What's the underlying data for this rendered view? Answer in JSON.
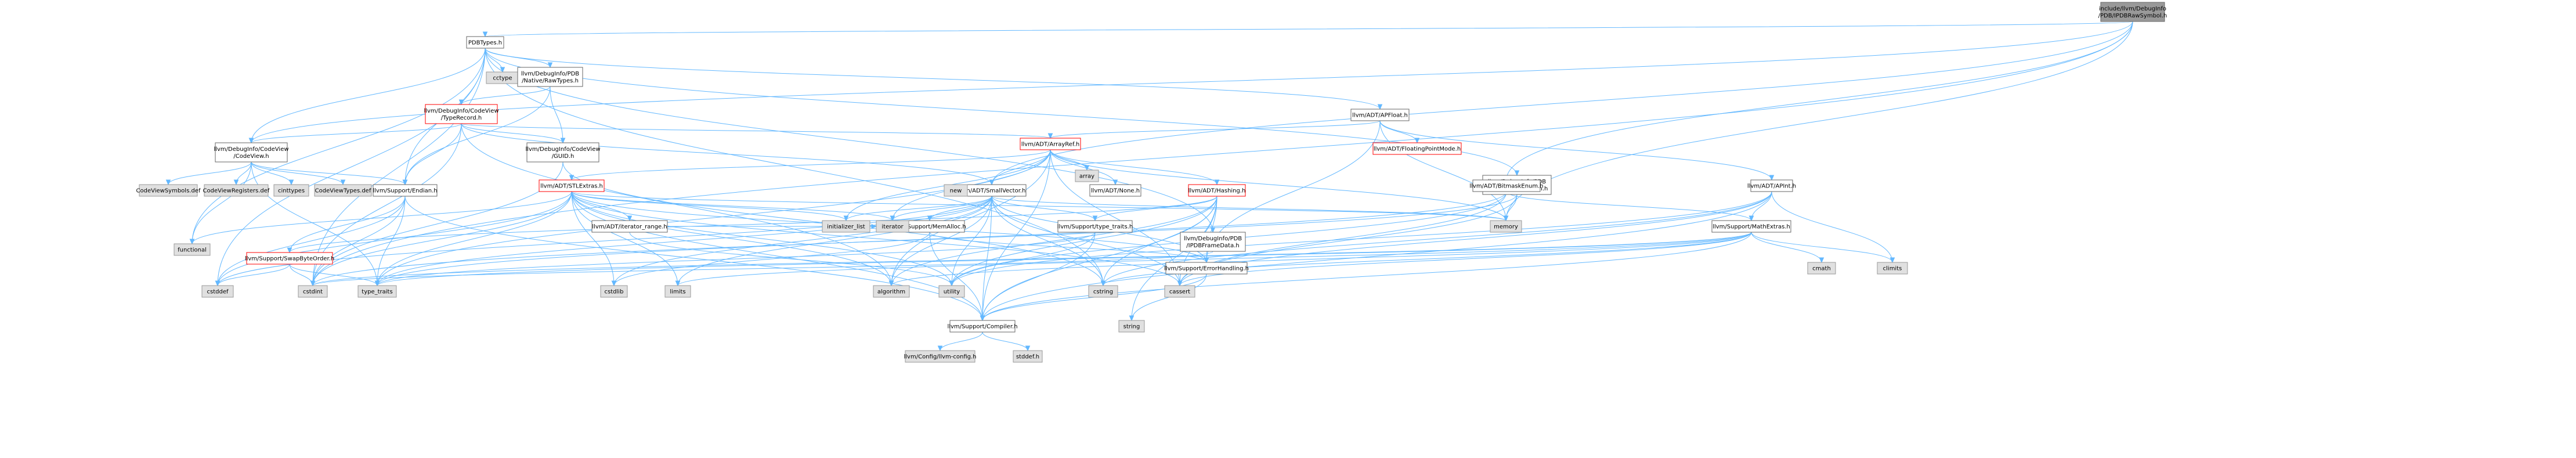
{
  "graph": {
    "colors": {
      "edge": "#63b8ff",
      "root_fill": "#999999",
      "white_fill": "#ffffff",
      "grey_fill": "#e0e0e0",
      "red_border": "#ff0000",
      "grey_border": "#999999"
    },
    "nodes": [
      {
        "id": "root",
        "style": "root",
        "lines": [
          "include/llvm/DebugInfo",
          "/PDB/IPDBRawSymbol.h"
        ]
      },
      {
        "id": "pdbtypes",
        "style": "white",
        "lines": [
          "PDBTypes.h"
        ]
      },
      {
        "id": "cctype",
        "style": "grey",
        "lines": [
          "cctype"
        ]
      },
      {
        "id": "rawtypes",
        "style": "white",
        "lines": [
          "llvm/DebugInfo/PDB",
          "/Native/RawTypes.h"
        ]
      },
      {
        "id": "typerecord",
        "style": "red",
        "lines": [
          "llvm/DebugInfo/CodeView",
          "/TypeRecord.h"
        ]
      },
      {
        "id": "codeview",
        "style": "white",
        "lines": [
          "llvm/DebugInfo/CodeView",
          "/CodeView.h"
        ]
      },
      {
        "id": "guid",
        "style": "white",
        "lines": [
          "llvm/DebugInfo/CodeView",
          "/GUID.h"
        ]
      },
      {
        "id": "cvsymbols",
        "style": "grey",
        "lines": [
          "CodeViewSymbols.def"
        ]
      },
      {
        "id": "cvregisters",
        "style": "grey",
        "lines": [
          "CodeViewRegisters.def"
        ]
      },
      {
        "id": "cinttypes",
        "style": "grey",
        "lines": [
          "cinttypes"
        ]
      },
      {
        "id": "cvtypes",
        "style": "grey",
        "lines": [
          "CodeViewTypes.def"
        ]
      },
      {
        "id": "endian",
        "style": "white",
        "lines": [
          "llvm/Support/Endian.h"
        ]
      },
      {
        "id": "functional",
        "style": "grey",
        "lines": [
          "functional"
        ]
      },
      {
        "id": "swapbyteorder",
        "style": "red",
        "lines": [
          "llvm/Support/SwapByteOrder.h"
        ]
      },
      {
        "id": "stlextras",
        "style": "red",
        "lines": [
          "llvm/ADT/STLExtras.h"
        ]
      },
      {
        "id": "iterrange",
        "style": "white",
        "lines": [
          "llvm/ADT/iterator_range.h"
        ]
      },
      {
        "id": "arrayref",
        "style": "red",
        "lines": [
          "llvm/ADT/ArrayRef.h"
        ]
      },
      {
        "id": "array",
        "style": "grey",
        "lines": [
          "array"
        ]
      },
      {
        "id": "smallvector",
        "style": "white",
        "lines": [
          "llvm/ADT/SmallVector.h"
        ]
      },
      {
        "id": "none",
        "style": "white",
        "lines": [
          "llvm/ADT/None.h"
        ]
      },
      {
        "id": "hashing",
        "style": "red",
        "lines": [
          "llvm/ADT/Hashing.h"
        ]
      },
      {
        "id": "memalloc",
        "style": "white",
        "lines": [
          "llvm/Support/MemAlloc.h"
        ]
      },
      {
        "id": "new",
        "style": "grey",
        "lines": [
          "new"
        ]
      },
      {
        "id": "typetraits",
        "style": "white",
        "lines": [
          "llvm/Support/type_traits.h"
        ]
      },
      {
        "id": "initlist",
        "style": "grey",
        "lines": [
          "initializer_list"
        ]
      },
      {
        "id": "iterator",
        "style": "grey",
        "lines": [
          "iterator"
        ]
      },
      {
        "id": "apfloat",
        "style": "white",
        "lines": [
          "llvm/ADT/APFloat.h"
        ]
      },
      {
        "id": "fpmode",
        "style": "red",
        "lines": [
          "llvm/ADT/FloatingPointMode.h"
        ]
      },
      {
        "id": "ipdbenum",
        "style": "white",
        "lines": [
          "llvm/DebugInfo/PDB",
          "/IPDBEnumChildren.h"
        ]
      },
      {
        "id": "ipdbframe",
        "style": "white",
        "lines": [
          "llvm/DebugInfo/PDB",
          "/IPDBFrameData.h"
        ]
      },
      {
        "id": "memory",
        "style": "grey",
        "lines": [
          "memory"
        ]
      },
      {
        "id": "bitmask",
        "style": "white",
        "lines": [
          "llvm/ADT/BitmaskEnum.h"
        ]
      },
      {
        "id": "apint",
        "style": "white",
        "lines": [
          "llvm/ADT/APInt.h"
        ]
      },
      {
        "id": "mathextras",
        "style": "white",
        "lines": [
          "llvm/Support/MathExtras.h"
        ]
      },
      {
        "id": "cmath",
        "style": "grey",
        "lines": [
          "cmath"
        ]
      },
      {
        "id": "climits",
        "style": "grey",
        "lines": [
          "climits"
        ]
      },
      {
        "id": "cstddef",
        "style": "grey",
        "lines": [
          "cstddef"
        ]
      },
      {
        "id": "cstdint",
        "style": "grey",
        "lines": [
          "cstdint"
        ]
      },
      {
        "id": "type_traits",
        "style": "grey",
        "lines": [
          "type_traits"
        ]
      },
      {
        "id": "cstdlib",
        "style": "grey",
        "lines": [
          "cstdlib"
        ]
      },
      {
        "id": "limits",
        "style": "grey",
        "lines": [
          "limits"
        ]
      },
      {
        "id": "algorithm",
        "style": "grey",
        "lines": [
          "algorithm"
        ]
      },
      {
        "id": "utility",
        "style": "grey",
        "lines": [
          "utility"
        ]
      },
      {
        "id": "cstring",
        "style": "grey",
        "lines": [
          "cstring"
        ]
      },
      {
        "id": "cassert",
        "style": "grey",
        "lines": [
          "cassert"
        ]
      },
      {
        "id": "errorhandling",
        "style": "white",
        "lines": [
          "llvm/Support/ErrorHandling.h"
        ]
      },
      {
        "id": "compiler",
        "style": "white",
        "lines": [
          "llvm/Support/Compiler.h"
        ]
      },
      {
        "id": "string",
        "style": "grey",
        "lines": [
          "string"
        ]
      },
      {
        "id": "config",
        "style": "grey",
        "lines": [
          "llvm/Config/llvm-config.h"
        ]
      },
      {
        "id": "stddef",
        "style": "grey",
        "lines": [
          "stddef.h"
        ]
      }
    ],
    "edges": [
      [
        "root",
        "pdbtypes"
      ],
      [
        "root",
        "codeview"
      ],
      [
        "root",
        "smallvector"
      ],
      [
        "root",
        "bitmask"
      ],
      [
        "root",
        "memory"
      ],
      [
        "root",
        "cstdint"
      ],
      [
        "pdbtypes",
        "cctype"
      ],
      [
        "pdbtypes",
        "rawtypes"
      ],
      [
        "pdbtypes",
        "codeview"
      ],
      [
        "pdbtypes",
        "apfloat"
      ],
      [
        "pdbtypes",
        "ipdbenum"
      ],
      [
        "pdbtypes",
        "ipdbframe"
      ],
      [
        "pdbtypes",
        "endian"
      ],
      [
        "pdbtypes",
        "functional"
      ],
      [
        "pdbtypes",
        "cstddef"
      ],
      [
        "pdbtypes",
        "cstdint"
      ],
      [
        "pdbtypes",
        "cstring"
      ],
      [
        "rawtypes",
        "typerecord"
      ],
      [
        "rawtypes",
        "guid"
      ],
      [
        "rawtypes",
        "endian"
      ],
      [
        "typerecord",
        "codeview"
      ],
      [
        "typerecord",
        "guid"
      ],
      [
        "typerecord",
        "arrayref"
      ],
      [
        "typerecord",
        "endian"
      ],
      [
        "typerecord",
        "smallvector"
      ],
      [
        "typerecord",
        "cstdint"
      ],
      [
        "typerecord",
        "algorithm"
      ],
      [
        "codeview",
        "cvsymbols"
      ],
      [
        "codeview",
        "cvregisters"
      ],
      [
        "codeview",
        "cinttypes"
      ],
      [
        "codeview",
        "cvtypes"
      ],
      [
        "codeview",
        "endian"
      ],
      [
        "codeview",
        "type_traits"
      ],
      [
        "codeview",
        "functional"
      ],
      [
        "guid",
        "cstdint"
      ],
      [
        "guid",
        "cstring"
      ],
      [
        "endian",
        "swapbyteorder"
      ],
      [
        "endian",
        "compiler"
      ],
      [
        "endian",
        "cstddef"
      ],
      [
        "endian",
        "cstdint"
      ],
      [
        "endian",
        "type_traits"
      ],
      [
        "swapbyteorder",
        "cstddef"
      ],
      [
        "swapbyteorder",
        "cstdint"
      ],
      [
        "swapbyteorder",
        "type_traits"
      ],
      [
        "stlextras",
        "iterrange"
      ],
      [
        "stlextras",
        "initlist"
      ],
      [
        "stlextras",
        "iterator"
      ],
      [
        "stlextras",
        "algorithm"
      ],
      [
        "stlextras",
        "cassert"
      ],
      [
        "stlextras",
        "cstddef"
      ],
      [
        "stlextras",
        "cstdint"
      ],
      [
        "stlextras",
        "cstdlib"
      ],
      [
        "stlextras",
        "functional"
      ],
      [
        "stlextras",
        "limits"
      ],
      [
        "stlextras",
        "memory"
      ],
      [
        "stlextras",
        "type_traits"
      ],
      [
        "stlextras",
        "utility"
      ],
      [
        "stlextras",
        "errorhandling"
      ],
      [
        "stlextras",
        "compiler"
      ],
      [
        "iterrange",
        "iterator"
      ],
      [
        "iterrange",
        "utility"
      ],
      [
        "arrayref",
        "stlextras"
      ],
      [
        "arrayref",
        "smallvector"
      ],
      [
        "arrayref",
        "none"
      ],
      [
        "arrayref",
        "hashing"
      ],
      [
        "arrayref",
        "array"
      ],
      [
        "arrayref",
        "initlist"
      ],
      [
        "arrayref",
        "iterator"
      ],
      [
        "arrayref",
        "memory"
      ],
      [
        "arrayref",
        "type_traits"
      ],
      [
        "arrayref",
        "algorithm"
      ],
      [
        "arrayref",
        "cassert"
      ],
      [
        "arrayref",
        "compiler"
      ],
      [
        "smallvector",
        "memalloc"
      ],
      [
        "smallvector",
        "new"
      ],
      [
        "smallvector",
        "typetraits"
      ],
      [
        "smallvector",
        "initlist"
      ],
      [
        "smallvector",
        "iterator"
      ],
      [
        "smallvector",
        "memory"
      ],
      [
        "smallvector",
        "algorithm"
      ],
      [
        "smallvector",
        "cassert"
      ],
      [
        "smallvector",
        "cstddef"
      ],
      [
        "smallvector",
        "cstdlib"
      ],
      [
        "smallvector",
        "cstring"
      ],
      [
        "smallvector",
        "limits"
      ],
      [
        "smallvector",
        "type_traits"
      ],
      [
        "smallvector",
        "utility"
      ],
      [
        "smallvector",
        "compiler"
      ],
      [
        "smallvector",
        "errorhandling"
      ],
      [
        "hashing",
        "errorhandling"
      ],
      [
        "hashing",
        "swapbyteorder"
      ],
      [
        "hashing",
        "typetraits"
      ],
      [
        "hashing",
        "algorithm"
      ],
      [
        "hashing",
        "cassert"
      ],
      [
        "hashing",
        "cstring"
      ],
      [
        "hashing",
        "string"
      ],
      [
        "hashing",
        "utility"
      ],
      [
        "hashing",
        "compiler"
      ],
      [
        "memalloc",
        "compiler"
      ],
      [
        "memalloc",
        "errorhandling"
      ],
      [
        "memalloc",
        "cstdlib"
      ],
      [
        "typetraits",
        "compiler"
      ],
      [
        "typetraits",
        "type_traits"
      ],
      [
        "typetraits",
        "utility"
      ],
      [
        "apfloat",
        "arrayref"
      ],
      [
        "apfloat",
        "fpmode"
      ],
      [
        "apfloat",
        "apint"
      ],
      [
        "apfloat",
        "memory"
      ],
      [
        "apfloat",
        "errorhandling"
      ],
      [
        "ipdbenum",
        "memory"
      ],
      [
        "ipdbenum",
        "cassert"
      ],
      [
        "ipdbenum",
        "cstdint"
      ],
      [
        "ipdbframe",
        "cstdint"
      ],
      [
        "bitmask",
        "mathextras"
      ],
      [
        "bitmask",
        "cassert"
      ],
      [
        "bitmask",
        "type_traits"
      ],
      [
        "bitmask",
        "utility"
      ],
      [
        "apint",
        "mathextras"
      ],
      [
        "apint",
        "compiler"
      ],
      [
        "apint",
        "cassert"
      ],
      [
        "apint",
        "climits"
      ],
      [
        "apint",
        "cstring"
      ],
      [
        "apint",
        "utility"
      ],
      [
        "mathextras",
        "compiler"
      ],
      [
        "mathextras",
        "cassert"
      ],
      [
        "mathextras",
        "climits"
      ],
      [
        "mathextras",
        "cmath"
      ],
      [
        "mathextras",
        "cstdint"
      ],
      [
        "mathextras",
        "cstring"
      ],
      [
        "mathextras",
        "limits"
      ],
      [
        "mathextras",
        "type_traits"
      ],
      [
        "mathextras",
        "algorithm"
      ],
      [
        "errorhandling",
        "compiler"
      ],
      [
        "errorhandling",
        "string"
      ],
      [
        "compiler",
        "config"
      ],
      [
        "compiler",
        "stddef"
      ]
    ]
  }
}
